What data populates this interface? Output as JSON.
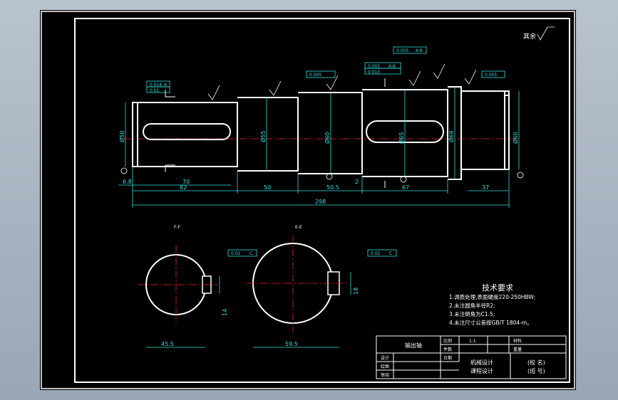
{
  "dims": {
    "d50": "Ø50",
    "d55": "Ø55",
    "d60a": "Ø60",
    "d65": "Ø65",
    "d69": "Ø69",
    "d60b": "Ø60",
    "l68": "6.8",
    "l70": "70",
    "l82": "82",
    "l50": "50",
    "l505": "50.5",
    "l2": "2",
    "l67": "67",
    "l37": "37",
    "l298": "298",
    "b455": "45.5",
    "b595": "59.5",
    "k14": "14",
    "k18": "18"
  },
  "tol": {
    "t1": "0.018",
    "t2": "0.01",
    "t3": "0.005",
    "t4": "0.005",
    "t5": "0.015",
    "t6": "0.005",
    "t7": "0.005",
    "t8": "0.02",
    "t9": "0.02"
  },
  "datum": {
    "a": "A",
    "b": "B",
    "c": "C",
    "ab": "A-B"
  },
  "rough_all": "其余",
  "sections": {
    "left": "F-F",
    "right": "E-E"
  },
  "tech": {
    "title": "技术要求",
    "items": [
      "1.调质处理,表面硬度220-250HBW;",
      "2.未注圆角半径R2;",
      "3.未注倒角为C1.5;",
      "4.未注尺寸公差按GB/T 1804-m。"
    ]
  },
  "title_block": {
    "part_name": "输出轴",
    "scale_label": "比例",
    "scale": "1:1",
    "qty_label": "件数",
    "weight_label": "重量",
    "material_label": "材料",
    "design_label": "设计",
    "draw_label": "绘图",
    "check_label": "审阅",
    "date_label": "日期",
    "course1": "机械设计",
    "course2": "课程设计",
    "school": "(校 名)",
    "class": "(班 号)"
  }
}
